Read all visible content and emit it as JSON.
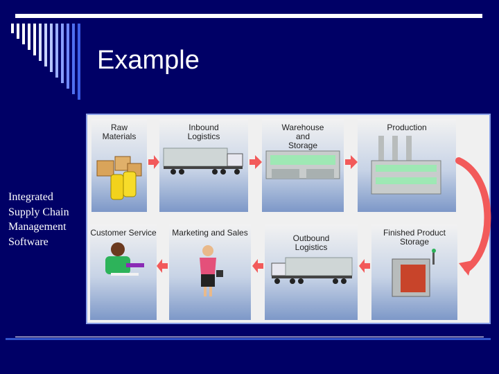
{
  "slide": {
    "title": "Example",
    "side_lines": [
      "Integrated",
      "Supply Chain",
      "Management",
      "Software"
    ]
  },
  "diagram": {
    "top_row": [
      {
        "label_lines": [
          "Raw",
          "Materials"
        ]
      },
      {
        "label_lines": [
          "Inbound",
          "Logistics"
        ]
      },
      {
        "label_lines": [
          "Warehouse",
          "and",
          "Storage"
        ]
      },
      {
        "label_lines": [
          "Production"
        ]
      }
    ],
    "bottom_row": [
      {
        "label_lines": [
          "Customer Service"
        ]
      },
      {
        "label_lines": [
          "Marketing and Sales"
        ]
      },
      {
        "label_lines": [
          "Outbound",
          "Logistics"
        ]
      },
      {
        "label_lines": [
          "Finished Product",
          "Storage"
        ]
      }
    ]
  },
  "colors": {
    "background": "#000066",
    "arrow": "#f25a5a",
    "frame_border": "#8aa0e8"
  }
}
